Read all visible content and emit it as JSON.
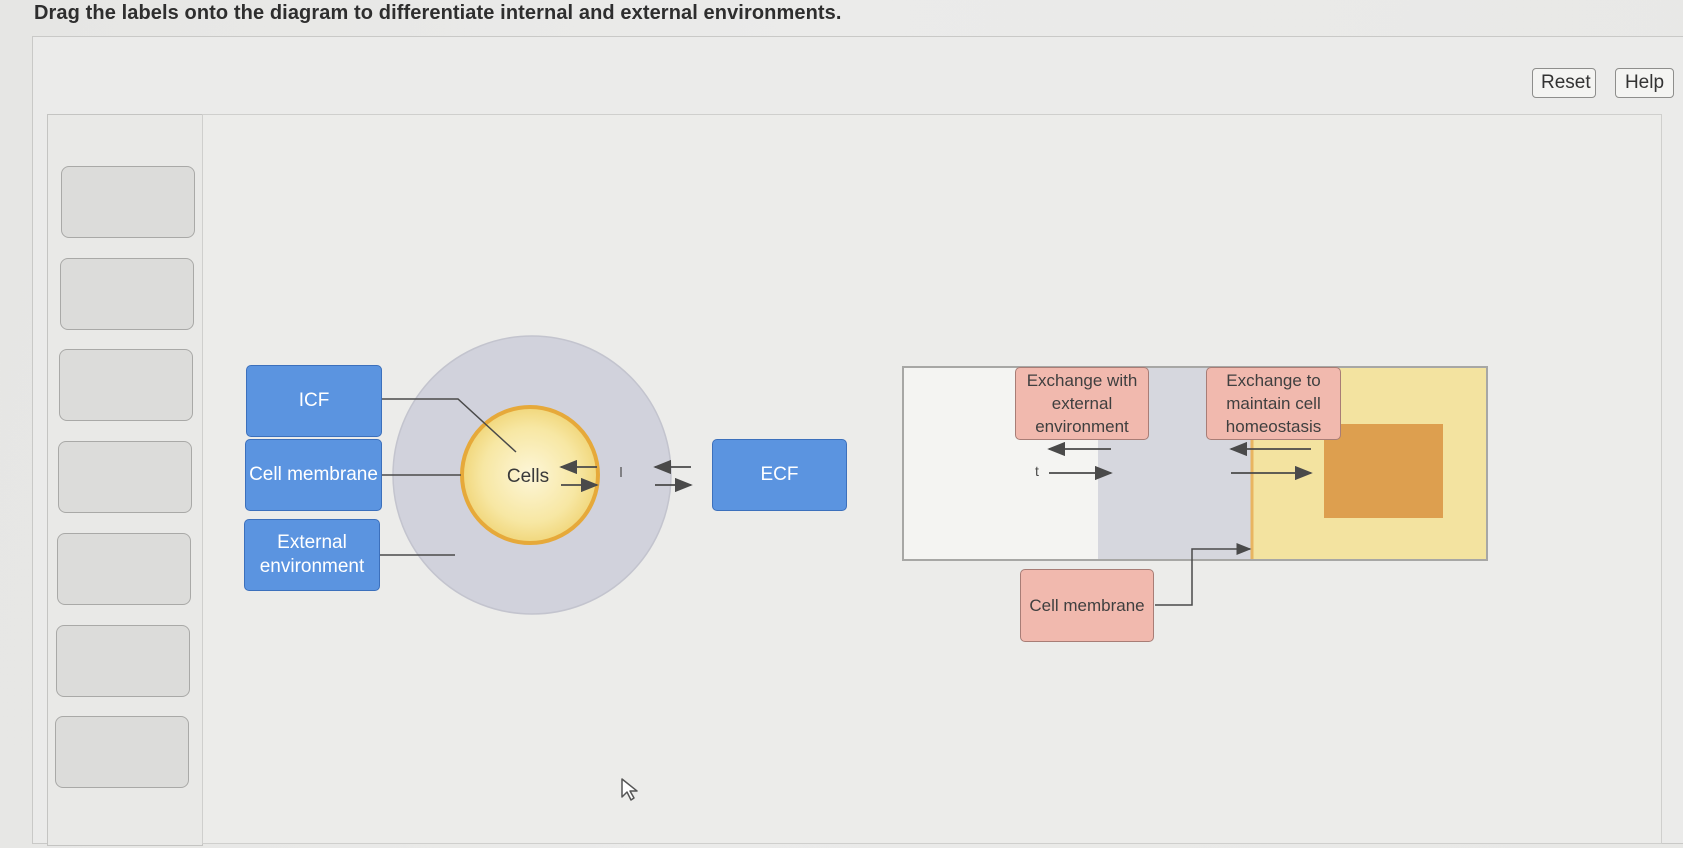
{
  "instructions": "Drag the labels onto the diagram to differentiate internal and external environments.",
  "toolbar": {
    "reset_label": "Reset",
    "help_label": "Help"
  },
  "label_bank": {
    "empty_slots": 7
  },
  "left_diagram": {
    "labels": {
      "icf": "ICF",
      "cell_membrane": "Cell membrane",
      "external_environment": "External environment",
      "ecf": "ECF"
    },
    "center_text": "Cells",
    "colors": {
      "blue_label": "#5b94e0",
      "outer_circle": "#cfd0da",
      "cell_fill": "#f6e49a",
      "cell_ring": "#e6a93a"
    }
  },
  "right_diagram": {
    "labels": {
      "exchange_external": "Exchange with external environment",
      "exchange_homeostasis": "Exchange to maintain cell homeostasis",
      "cell_membrane": "Cell membrane"
    },
    "stray_char": "t",
    "colors": {
      "pink_label": "#f1b9ae",
      "middle_band": "#d6d7de",
      "right_band": "#f3e3a0",
      "inner_square": "#dd9f4f"
    }
  }
}
